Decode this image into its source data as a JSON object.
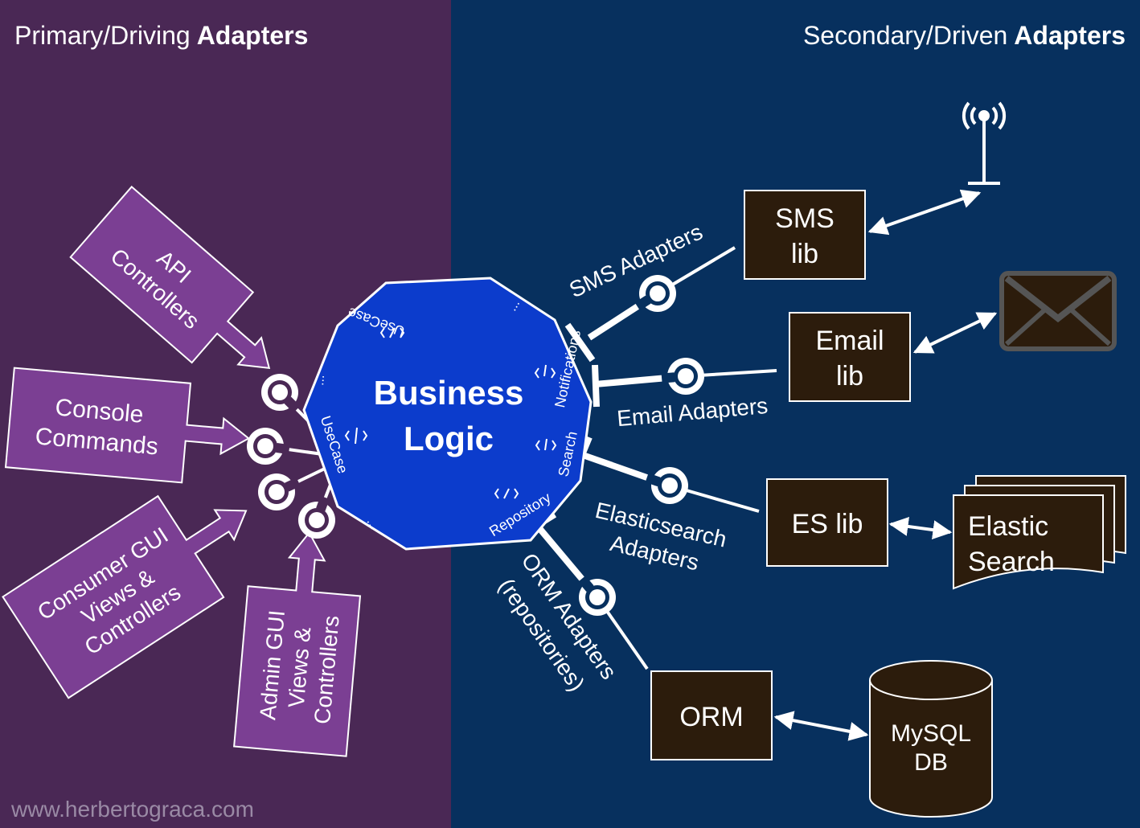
{
  "colors": {
    "primary_bg": "#4a2855",
    "secondary_bg": "#07305e",
    "core_fill": "#0c3ccc",
    "adapter_fill": "#7b3f93",
    "lib_fill": "#2c1c0c",
    "text": "#ffffff",
    "watermark": "#9a8aa5"
  },
  "header": {
    "primary_prefix": "Primary/Driving",
    "primary_bold": "Adapters",
    "secondary_prefix": "Secondary/Driven",
    "secondary_bold": "Adapters"
  },
  "core": {
    "line1": "Business",
    "line2": "Logic",
    "ports": {
      "usecase_top": "UseCase",
      "usecase_left": "UseCase",
      "notifications": "Notifications",
      "search": "Search",
      "repository": "Repository",
      "ellipsis": "..."
    }
  },
  "primary_adapters": {
    "api": [
      "API",
      "Controllers"
    ],
    "console": [
      "Console",
      "Commands"
    ],
    "consumer": [
      "Consumer GUI",
      "Views &",
      "Controllers"
    ],
    "admin": [
      "Admin GUI",
      "Views &",
      "Controllers"
    ]
  },
  "secondary_adapters": {
    "sms": "SMS Adapters",
    "email": "Email Adapters",
    "elastic": [
      "Elasticsearch",
      "Adapters"
    ],
    "orm": [
      "ORM Adapters",
      "(repositories)"
    ]
  },
  "libs": {
    "sms": [
      "SMS",
      "lib"
    ],
    "email": [
      "Email",
      "lib"
    ],
    "es": "ES lib",
    "orm": "ORM"
  },
  "external": {
    "antenna_icon": "antenna-icon",
    "envelope_icon": "envelope-icon",
    "elastic": [
      "Elastic",
      "Search"
    ],
    "mysql": [
      "MySQL",
      "DB"
    ]
  },
  "watermark": "www.herbertograca.com"
}
